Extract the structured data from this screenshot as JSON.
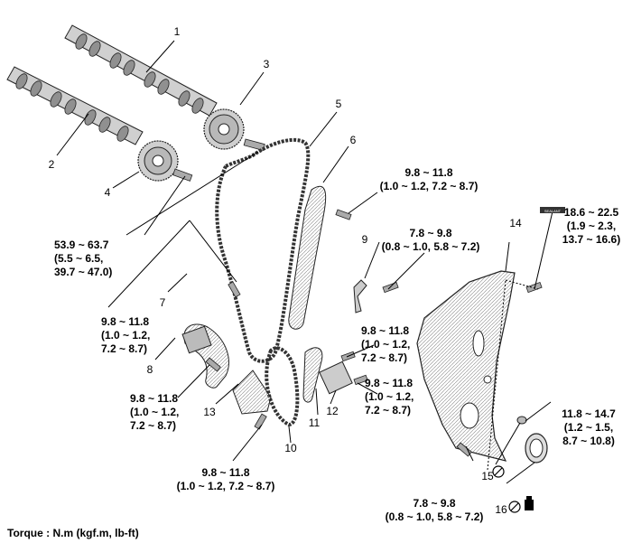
{
  "callouts": [
    "1",
    "2",
    "3",
    "4",
    "5",
    "6",
    "7",
    "8",
    "9",
    "10",
    "11",
    "12",
    "13",
    "14",
    "15",
    "16"
  ],
  "torque_values": {
    "t_53_9": [
      "53.9 ~ 63.7",
      "(5.5 ~ 6.5,",
      "39.7 ~ 47.0)"
    ],
    "t_9_8_left": [
      "9.8 ~ 11.8",
      "(1.0 ~ 1.2,",
      "7.2 ~ 8.7)"
    ],
    "t_9_8_top": [
      "9.8 ~ 11.8",
      "(1.0 ~ 1.2, 7.2 ~ 8.7)"
    ],
    "t_7_8_top": [
      "7.8 ~ 9.8",
      "(0.8 ~ 1.0, 5.8 ~ 7.2)"
    ],
    "t_18_6": [
      "18.6 ~ 22.5",
      "(1.9 ~ 2.3,",
      "13.7 ~ 16.6)"
    ],
    "t_9_8_mid": [
      "9.8 ~ 11.8",
      "(1.0 ~ 1.2,",
      "7.2 ~ 8.7)"
    ],
    "t_9_8_tens": [
      "9.8 ~ 11.8",
      "(1.0 ~ 1.2,",
      "7.2 ~ 8.7)"
    ],
    "t_9_8_lower_left": [
      "9.8 ~ 11.8",
      "(1.0 ~ 1.2,",
      "7.2 ~ 8.7)"
    ],
    "t_9_8_bottom": [
      "9.8 ~ 11.8",
      "(1.0 ~ 1.2, 7.2 ~ 8.7)"
    ],
    "t_11_8": [
      "11.8 ~ 14.7",
      "(1.2 ~ 1.5,",
      "8.7 ~ 10.8)"
    ],
    "t_7_8_bottom": [
      "7.8 ~ 9.8",
      "(0.8 ~ 1.0, 5.8 ~ 7.2)"
    ]
  },
  "sealant_tag": "SEALANT",
  "footer": "Torque : N.m (kgf.m, lb-ft)"
}
